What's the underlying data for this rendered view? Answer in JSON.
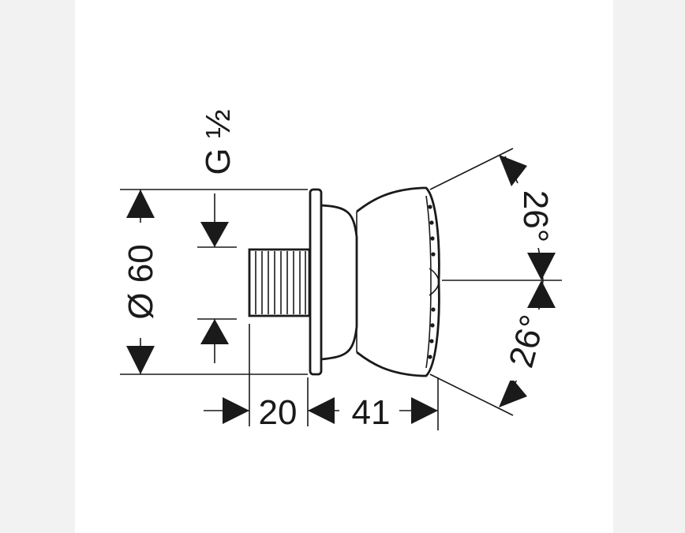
{
  "diagram": {
    "thread_label": "G ½",
    "diameter_label": "Ø 60",
    "length_thread": "20",
    "length_body": "41",
    "angle_upper": "26°",
    "angle_lower": "26°"
  }
}
